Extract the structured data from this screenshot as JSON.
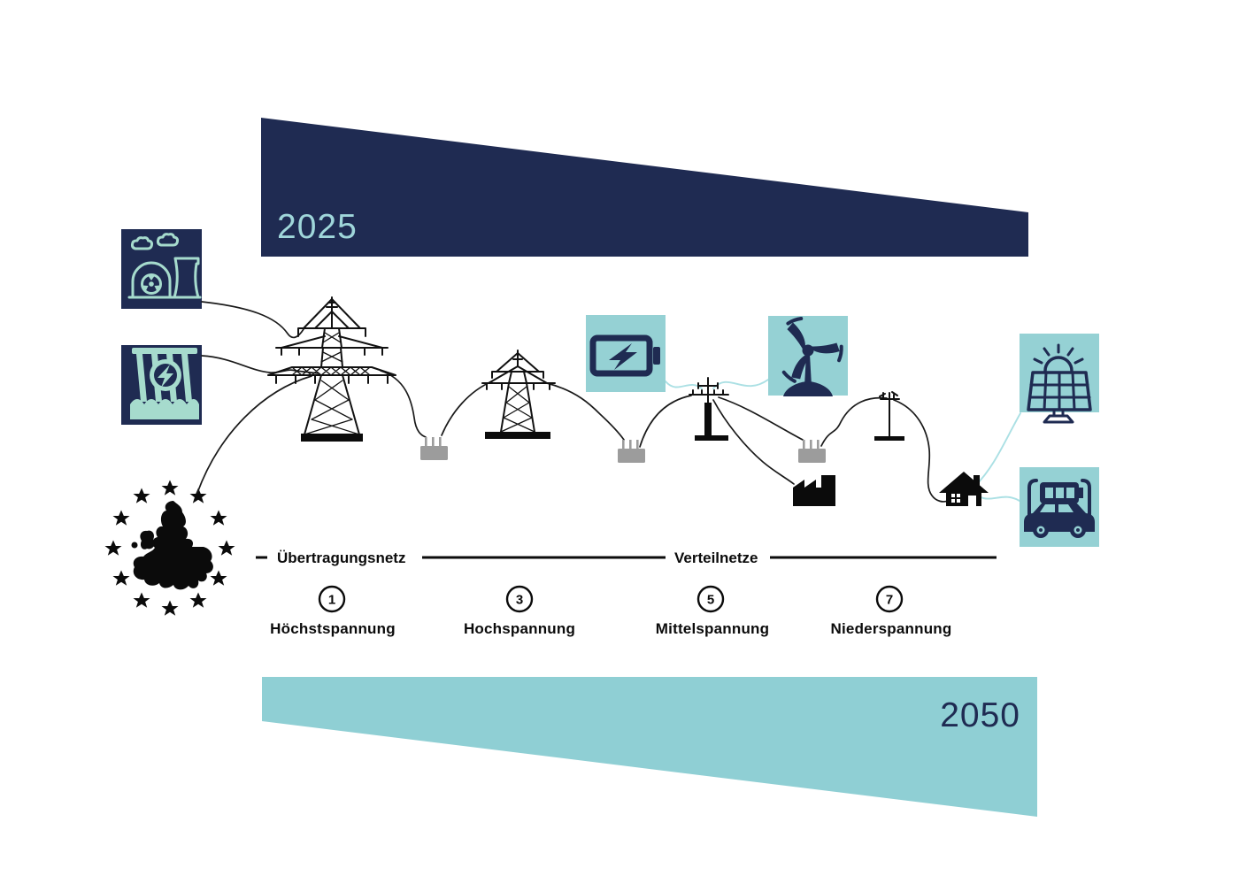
{
  "diagram": {
    "years": {
      "start": "2025",
      "end": "2050"
    },
    "sections": {
      "transmission": "Übertragungsnetz",
      "distribution": "Verteilnetze"
    },
    "voltage_levels": [
      {
        "number": "1",
        "label": "Höchstspannung"
      },
      {
        "number": "3",
        "label": "Hochspannung"
      },
      {
        "number": "5",
        "label": "Mittelspannung"
      },
      {
        "number": "7",
        "label": "Niederspannung"
      }
    ],
    "colors": {
      "navy": "#1f2b52",
      "wedge_teal": "#8fcfd4",
      "icon_square_teal": "#95d1d4",
      "icon_mint": "#a6dbcd",
      "year_start_text": "#9fd6da",
      "wire_teal": "#abe0e4",
      "transformer_gray": "#9c9c9c",
      "line_black": "#0b0b0b"
    },
    "icon_names": [
      "nuclear-power-plant-icon",
      "hydro-power-plant-icon",
      "eu-map-icon",
      "transmission-tower-icon",
      "transformer-icon",
      "utility-pole-icon",
      "factory-icon",
      "house-icon",
      "battery-storage-icon",
      "wind-turbine-icon",
      "solar-panel-icon",
      "ev-charging-icon"
    ]
  }
}
